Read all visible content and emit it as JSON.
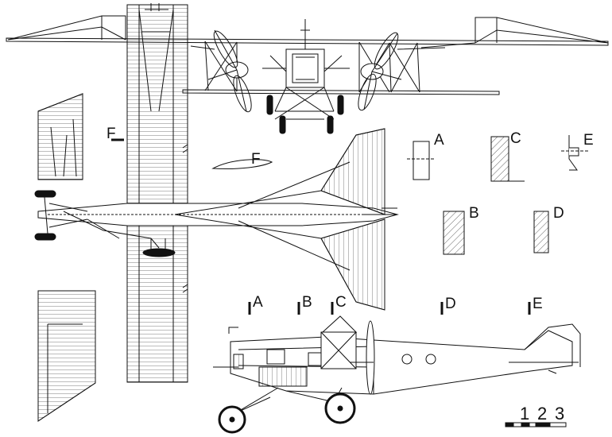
{
  "sections": {
    "A": "A",
    "B": "B",
    "C": "C",
    "D": "D",
    "E": "E",
    "F": "F"
  },
  "scale": {
    "n1": "1",
    "n2": "2",
    "n3": "3"
  }
}
